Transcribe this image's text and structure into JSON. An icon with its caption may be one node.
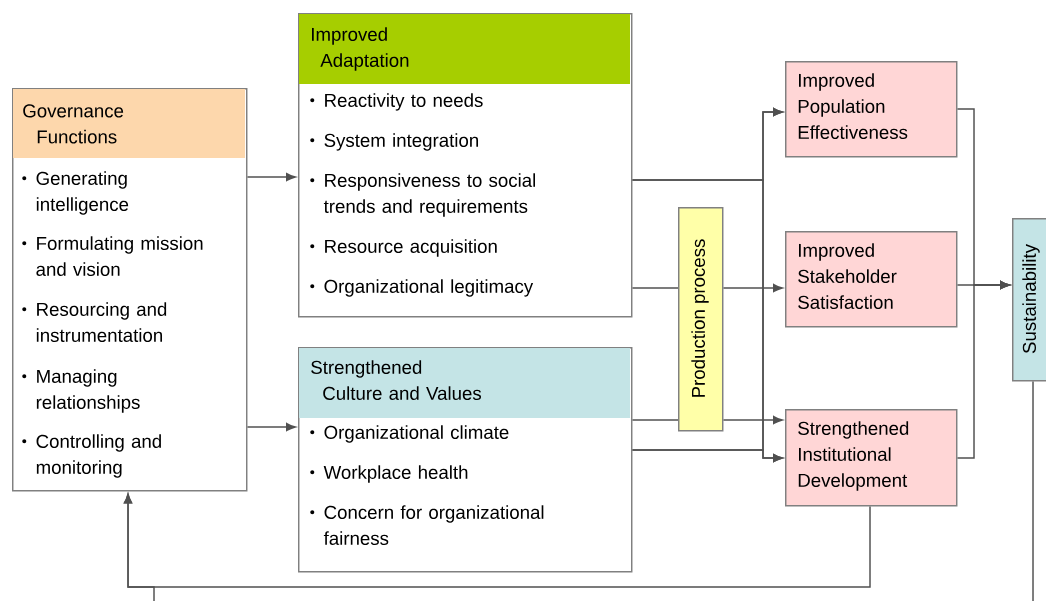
{
  "diagram": {
    "nodes": [
      {
        "text": [
          "Governance Functions",
          "Generating intelligence",
          "Formulating mission and vision",
          "Resourcing and instrumentation",
          "Managing relationships",
          "Controlling and monitoring"
        ]
      },
      {
        "text": [
          "Improved Adaptation",
          "Reactivity to needs",
          "System integration",
          "Responsiveness to social trends and requirements",
          "Resource acquisition",
          "Organizational legitimacy"
        ]
      },
      {
        "text": [
          "Strengthened Culture and Values",
          "Organizational climate",
          "Workplace health",
          "Concern for organizational fairness"
        ]
      },
      {
        "text": [
          "Production process"
        ]
      },
      {
        "text": [
          "Improved Population Effectiveness"
        ]
      },
      {
        "text": [
          "Improved Stakeholder Satisfaction"
        ]
      },
      {
        "text": [
          "Strengthened Institutional Development"
        ]
      },
      {
        "text": [
          "Sustainability"
        ]
      }
    ],
    "edges": [
      {
        "from": 0,
        "to": 1,
        "arrow": "to"
      },
      {
        "from": 0,
        "to": 2,
        "arrow": "to"
      },
      {
        "from": 1,
        "to": 4,
        "arrow": "to"
      },
      {
        "from": 1,
        "to": 6,
        "arrow": "to"
      },
      {
        "from": 2,
        "to": 4,
        "arrow": "to"
      },
      {
        "from": 2,
        "to": 6,
        "arrow": "to"
      },
      {
        "from": 1,
        "to": 3,
        "arrow": "none"
      },
      {
        "from": 3,
        "to": 5,
        "arrow": "to"
      },
      {
        "from": 2,
        "to": 3,
        "arrow": "none"
      },
      {
        "from": 3,
        "to": 6,
        "arrow": "to"
      },
      {
        "from": 4,
        "to": 7,
        "arrow": "to"
      },
      {
        "from": 5,
        "to": 7,
        "arrow": "to"
      },
      {
        "from": 6,
        "to": 7,
        "arrow": "to"
      },
      {
        "from": 6,
        "to": 0,
        "arrow": "to"
      },
      {
        "from": null,
        "to": 0,
        "arrow": "to"
      },
      {
        "from": 7,
        "to": null,
        "arrow": "none"
      }
    ]
  }
}
